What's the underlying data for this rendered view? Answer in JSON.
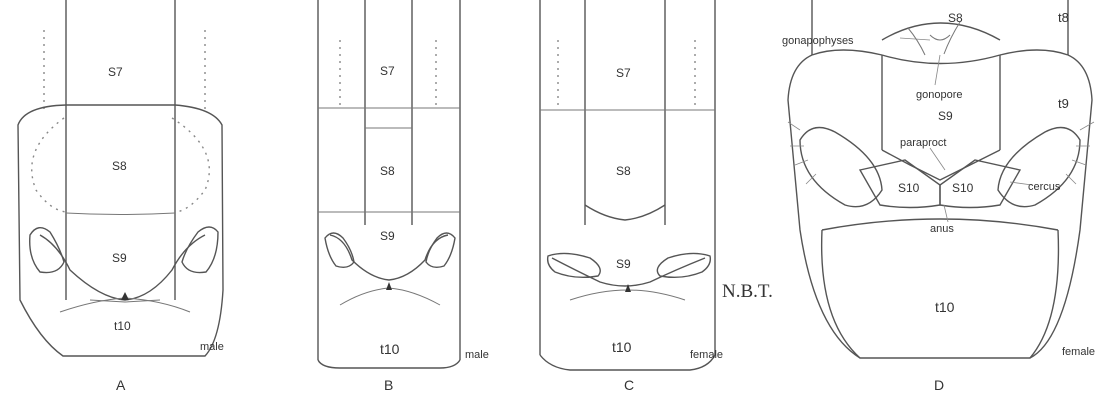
{
  "figures": [
    {
      "id": "A",
      "caption": "A",
      "sex": "male",
      "segments": [
        "S7",
        "S8",
        "S9",
        "t10"
      ]
    },
    {
      "id": "B",
      "caption": "B",
      "sex": "male",
      "segments": [
        "S7",
        "S8",
        "S9",
        "t10"
      ]
    },
    {
      "id": "C",
      "caption": "C",
      "sex": "female",
      "segments": [
        "S7",
        "S8",
        "S9",
        "t10"
      ]
    },
    {
      "id": "D",
      "caption": "D",
      "sex": "female",
      "segments": [
        "S8",
        "t8",
        "t9",
        "S9",
        "S10",
        "S10",
        "t10"
      ]
    }
  ],
  "annotations": {
    "gonapophyses": "gonapophyses",
    "gonopore": "gonopore",
    "paraproct": "paraproct",
    "cercus": "cercus",
    "anus": "anus"
  },
  "signature": "N.B.T.",
  "colors": {
    "line": "#555555",
    "text": "#333333",
    "background": "#ffffff"
  }
}
